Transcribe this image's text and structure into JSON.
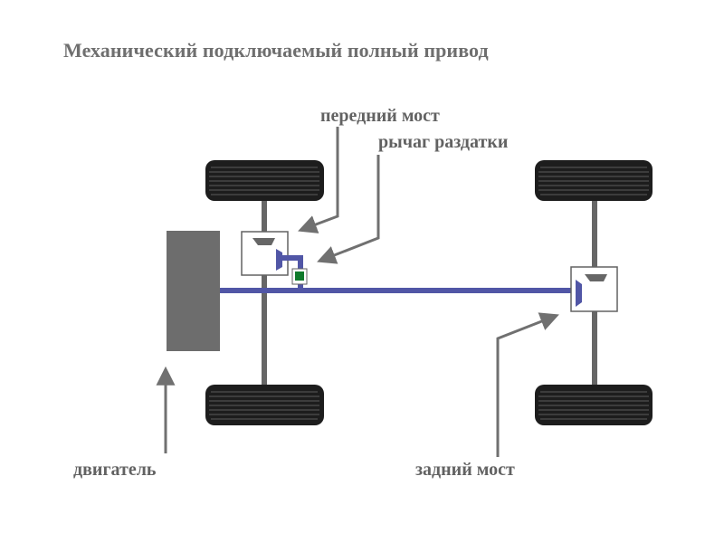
{
  "title": "Механический подключаемый полный привод",
  "labels": {
    "front_axle": "передний мост",
    "transfer_lever": "рычаг раздатки",
    "engine": "двигатель",
    "rear_axle": "задний мост"
  },
  "colors": {
    "shaft": "#5156a6",
    "wheel": "#1d1d1d",
    "axle": "#666666",
    "engine": "#6d6d6d",
    "arrow": "#707070",
    "lever": "#0f7a2b",
    "text": "#626262"
  }
}
